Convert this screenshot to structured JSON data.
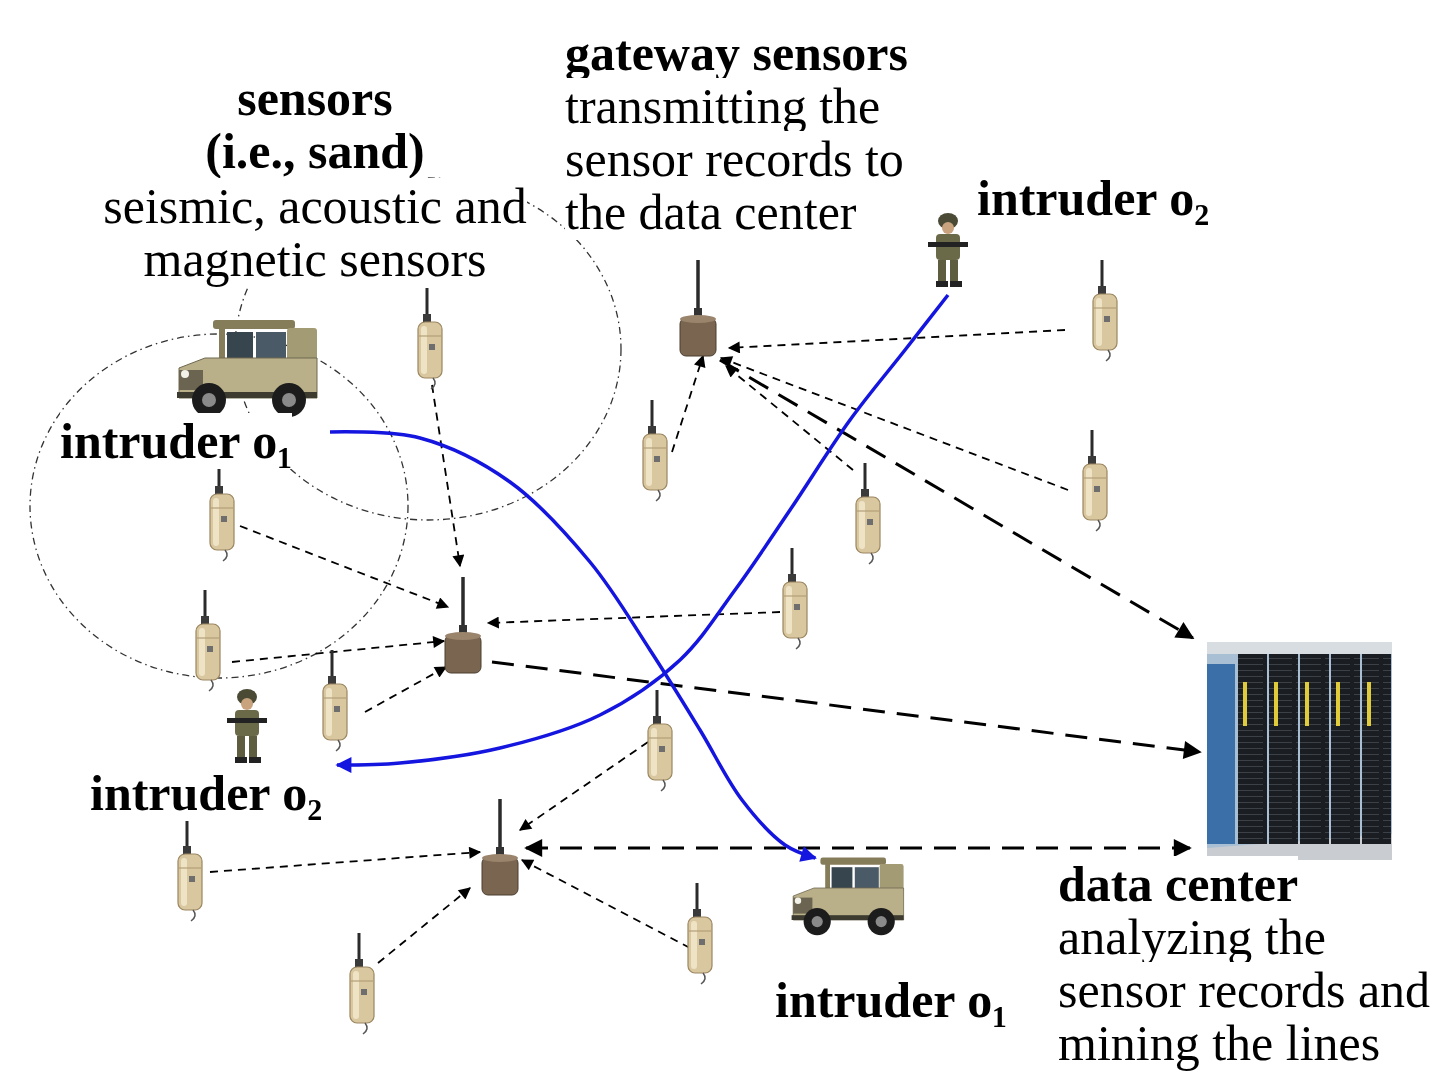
{
  "diagram": {
    "nodes": [
      {
        "text": [
          "gateway sensors",
          "transmitting the sensor records to the data center"
        ]
      },
      {
        "text": [
          "intruder o₂"
        ]
      },
      {
        "text": [
          "intruder o₁"
        ]
      },
      {
        "text": [
          "intruder o₂"
        ]
      },
      {
        "text": [
          "data center",
          "analyzing the sensor records and mining the lines"
        ]
      },
      {
        "text": [
          "intruder o₁"
        ]
      }
    ],
    "edges": [
      {
        "from": 0,
        "to": 4,
        "arrow": "to"
      },
      {
        "from": 2,
        "to": 5,
        "arrow": "to"
      },
      {
        "from": 1,
        "to": 3,
        "arrow": "to"
      }
    ],
    "labels": [
      "sensors (i.e., sand)",
      "seismic, acoustic and magnetic sensors"
    ]
  }
}
